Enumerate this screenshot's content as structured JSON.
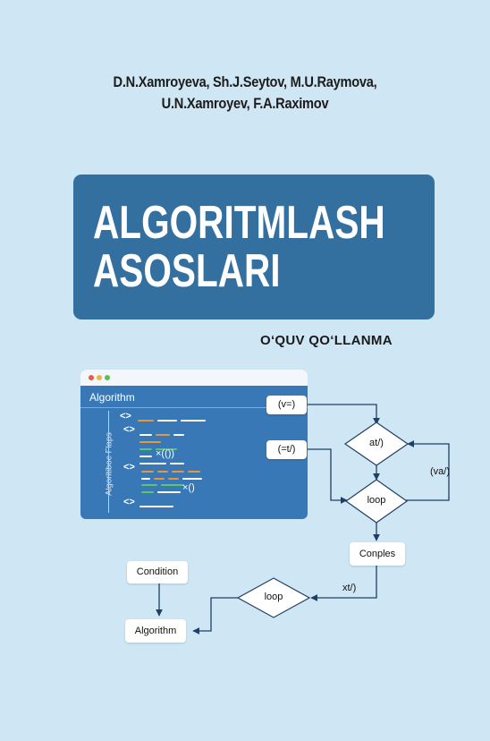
{
  "cover": {
    "authors_line1": "D.N.Xamroyeva, Sh.J.Seytov, M.U.Raymova,",
    "authors_line2": "U.N.Xamroyev, F.A.Raximov",
    "title_line1": "ALGORITMLASH",
    "title_line2": "ASOSLARI",
    "subtitle": "O‘QUV QO‘LLANMA"
  },
  "code_window": {
    "header": "Algorithm",
    "side_label": "Algoritiboe Flaps",
    "brackets": [
      "<>",
      "<>",
      "<>",
      "<>"
    ],
    "snippet1": "×(())",
    "snippet2": "×()"
  },
  "flowchart": {
    "box_v": "(v=)",
    "box_eq": "(=t/)",
    "diamond_at": "at/)",
    "diamond_loop1": "loop",
    "edge_va": "(va/)",
    "box_conples": "Conples",
    "edge_xt": "xt/)",
    "diamond_loop2": "loop",
    "box_condition": "Condition",
    "box_algorithm": "Algorithm"
  },
  "colors": {
    "background": "#cfe6f4",
    "title_box": "#33709f",
    "code_window": "#3978b7",
    "arrow": "#1f3f66"
  }
}
